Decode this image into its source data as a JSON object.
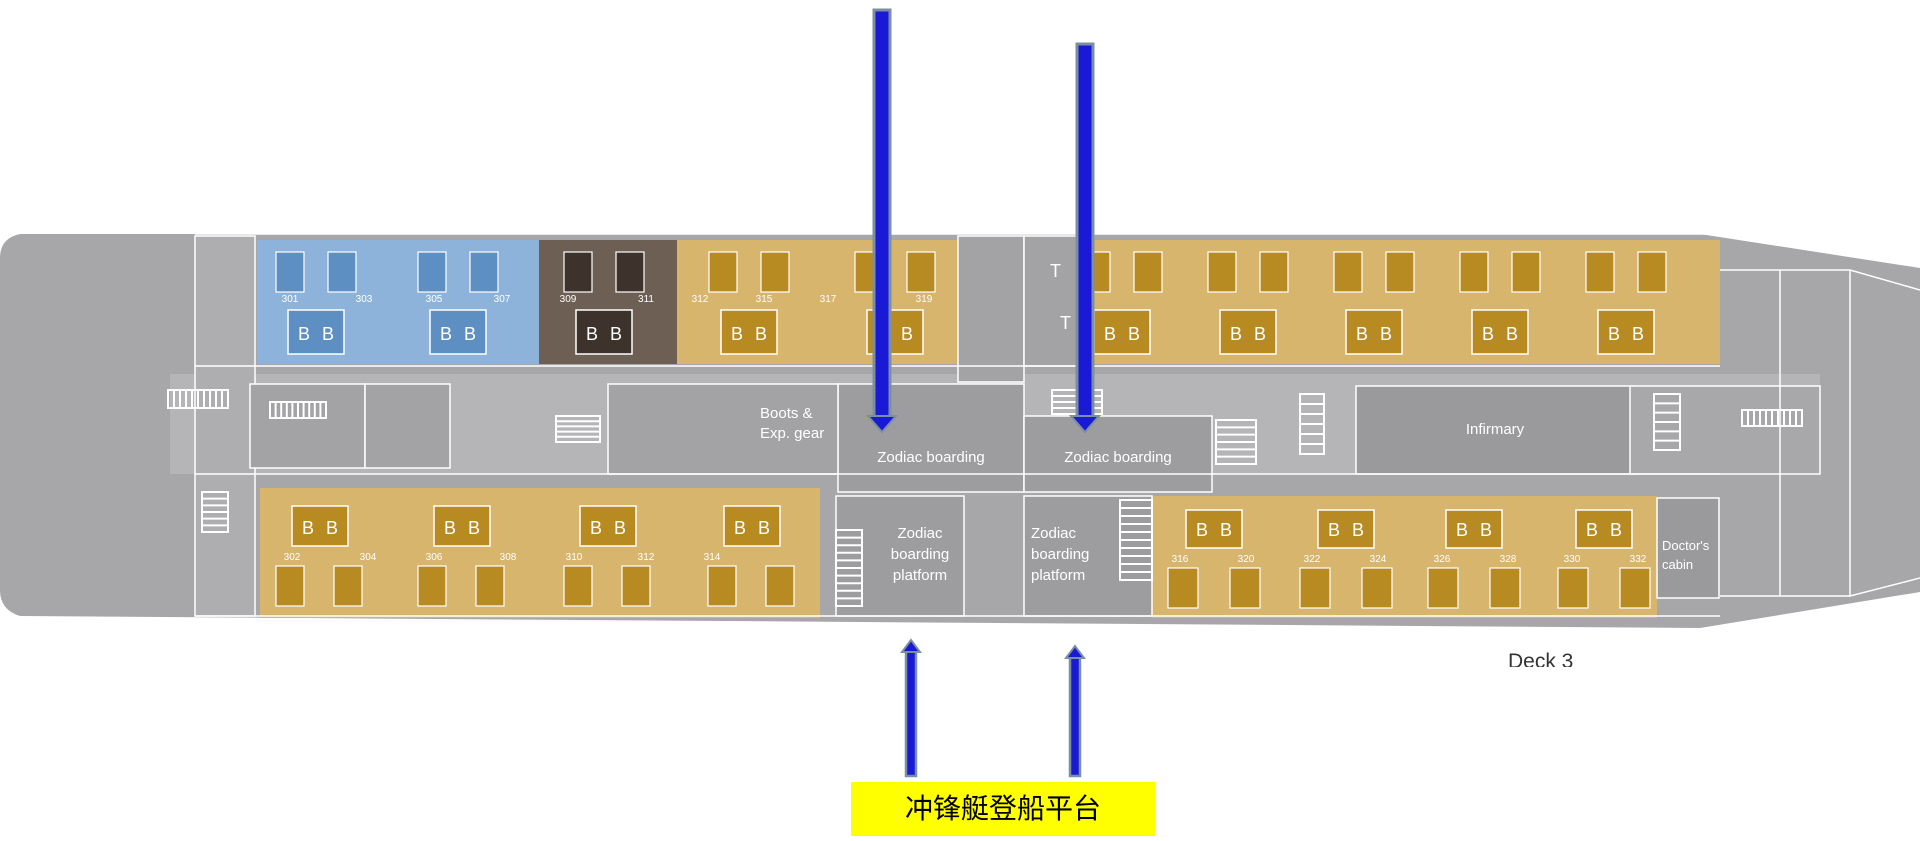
{
  "plan": {
    "deck_label": "Deck 3",
    "caption": "冲锋艇登船平台",
    "rooms": {
      "boots": "Boots &",
      "boots2": "Exp. gear",
      "zodiac_left": "Zodiac boarding",
      "zodiac_right": "Zodiac boarding",
      "platform_left": [
        "Zodiac",
        "boarding",
        "platform"
      ],
      "platform_right": [
        "Zodiac",
        "boarding",
        "platform"
      ],
      "infirmary": "Infirmary",
      "doctor": [
        "Doctor's",
        "cabin"
      ]
    },
    "cabins_top": [
      "301",
      "303",
      "305",
      "307",
      "309",
      "311",
      "312",
      "315",
      "317",
      "319"
    ],
    "cabins_bottom": [
      "302",
      "304",
      "306",
      "308",
      "310",
      "312",
      "314"
    ],
    "cabins_bottom_right": [
      "316",
      "320",
      "322",
      "324",
      "326",
      "328",
      "330",
      "332"
    ],
    "bed_mark": "B",
    "toilet_mark": "T",
    "colors": {
      "hull": "#a7a7a9",
      "hull_light": "#b9b9bb",
      "blue_cabin": "#8db3da",
      "brown_cabin": "#6e5f55",
      "gold_cabin": "#d8b56d",
      "gold_dark": "#b78a22",
      "arrow": "#1a1ad6",
      "arrow_border": "#7a8f9f",
      "caption_bg": "#ffff00"
    }
  }
}
